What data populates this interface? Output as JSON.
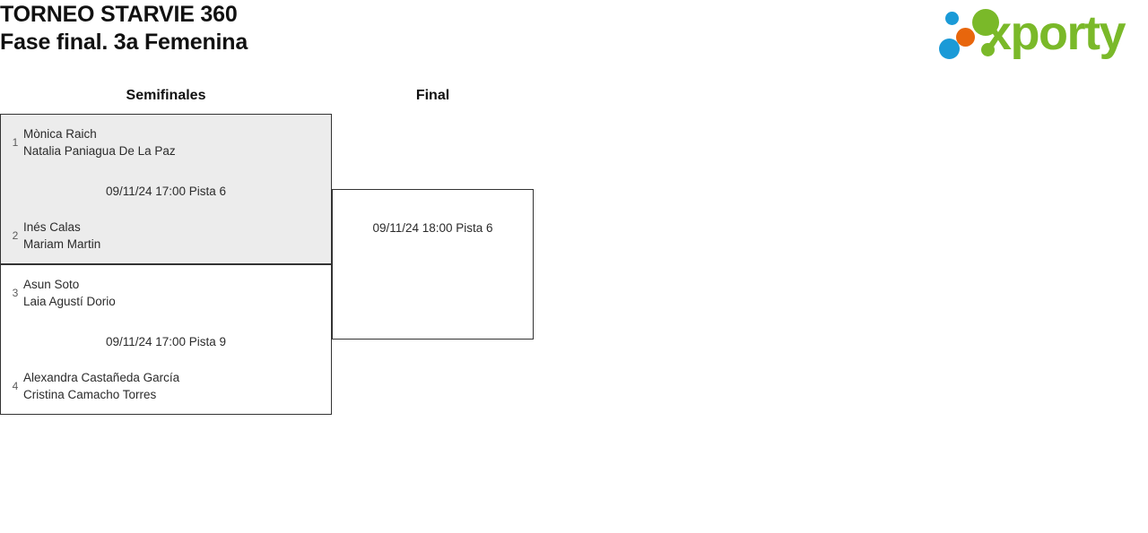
{
  "header": {
    "tournament_title": "TORNEO STARVIE 360",
    "phase_title": "Fase final. 3a Femenina",
    "logo": {
      "wordmark": "xporty",
      "colors": {
        "green": "#7ab929",
        "blue": "#1a9ad7",
        "orange": "#e8660c"
      }
    }
  },
  "bracket": {
    "rounds": [
      {
        "label": "Semifinales"
      },
      {
        "label": "Final"
      }
    ],
    "matches": [
      {
        "id": "sf1",
        "round": "Semifinales",
        "shaded": true,
        "info": "09/11/24 17:00 Pista 6",
        "teams": [
          {
            "seed": "1",
            "player1": "Mònica Raich",
            "player2": "Natalia Paniagua De La Paz"
          },
          {
            "seed": "2",
            "player1": "Inés Calas",
            "player2": "Mariam Martin"
          }
        ]
      },
      {
        "id": "sf2",
        "round": "Semifinales",
        "shaded": false,
        "info": "09/11/24 17:00 Pista 9",
        "teams": [
          {
            "seed": "3",
            "player1": "Asun Soto",
            "player2": "Laia Agustí Dorio"
          },
          {
            "seed": "4",
            "player1": "Alexandra Castañeda García",
            "player2": "Cristina Camacho Torres"
          }
        ]
      },
      {
        "id": "final",
        "round": "Final",
        "shaded": false,
        "info": "09/11/24 18:00 Pista 6",
        "teams": [
          {
            "seed": "",
            "player1": "",
            "player2": ""
          },
          {
            "seed": "",
            "player1": "",
            "player2": ""
          }
        ]
      }
    ]
  }
}
